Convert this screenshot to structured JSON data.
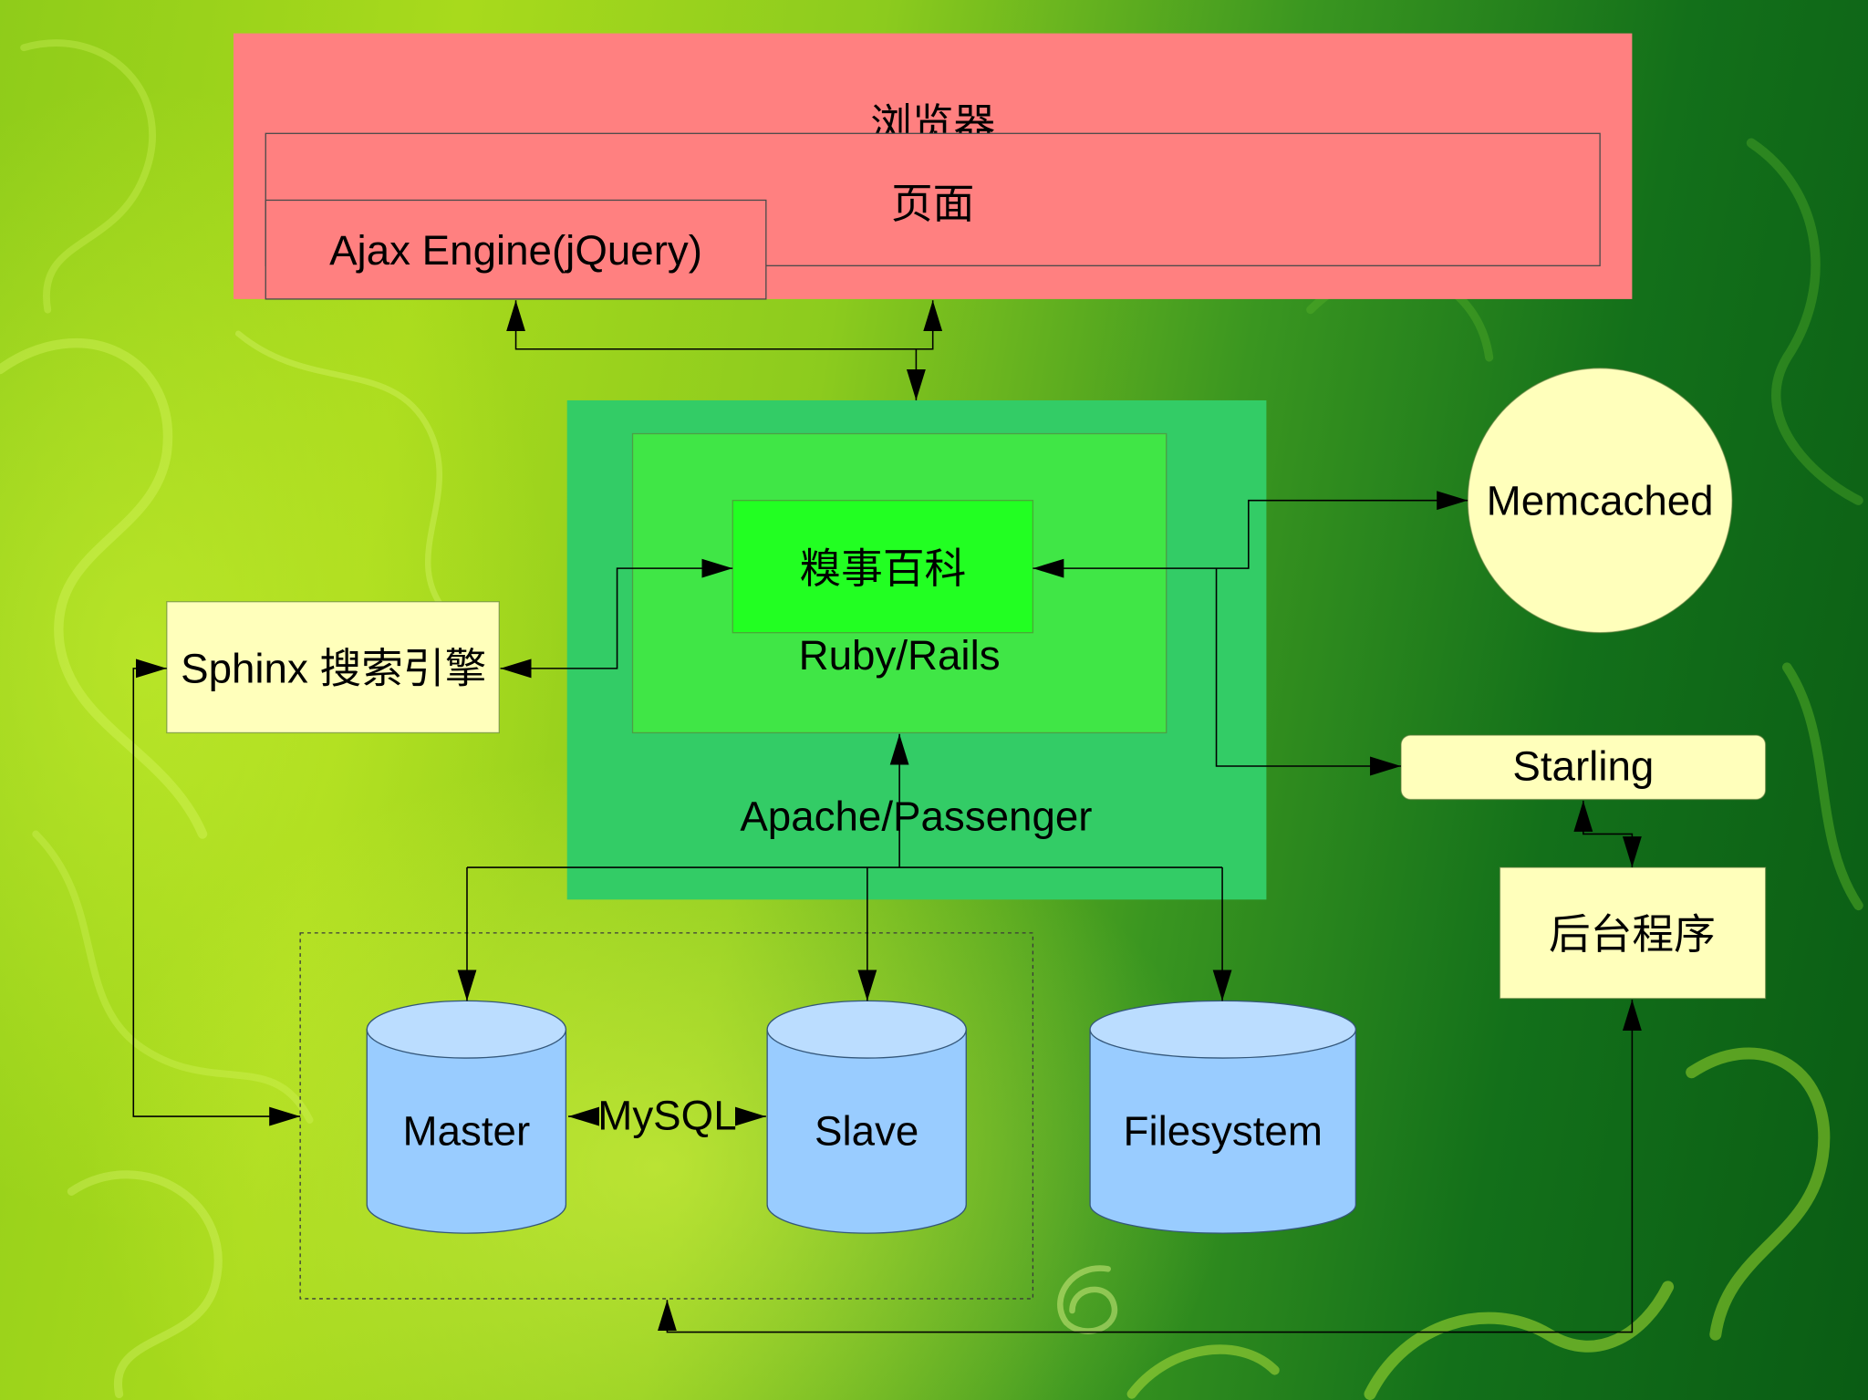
{
  "diagram": {
    "browser": {
      "label": "浏览器",
      "page_label": "页面",
      "ajax_label": "Ajax Engine(jQuery)"
    },
    "web_server": {
      "label": "Apache/Passenger",
      "framework_label": "Ruby/Rails",
      "app_label": "糗事百科"
    },
    "search": {
      "label": "Sphinx 搜索引擎"
    },
    "cache": {
      "label": "Memcached"
    },
    "queue": {
      "label": "Starling"
    },
    "worker": {
      "label": "后台程序"
    },
    "storage": {
      "mysql_label": "MySQL",
      "master_label": "Master",
      "slave_label": "Slave",
      "filesystem_label": "Filesystem"
    }
  },
  "colors": {
    "browser_fill": "#ff8080",
    "apache_fill": "#33cc66",
    "rails_fill": "#40e646",
    "app_fill": "#22ff22",
    "service_fill": "#ffffbb",
    "database_fill": "#99ccff",
    "database_top_fill": "#bbddff"
  }
}
